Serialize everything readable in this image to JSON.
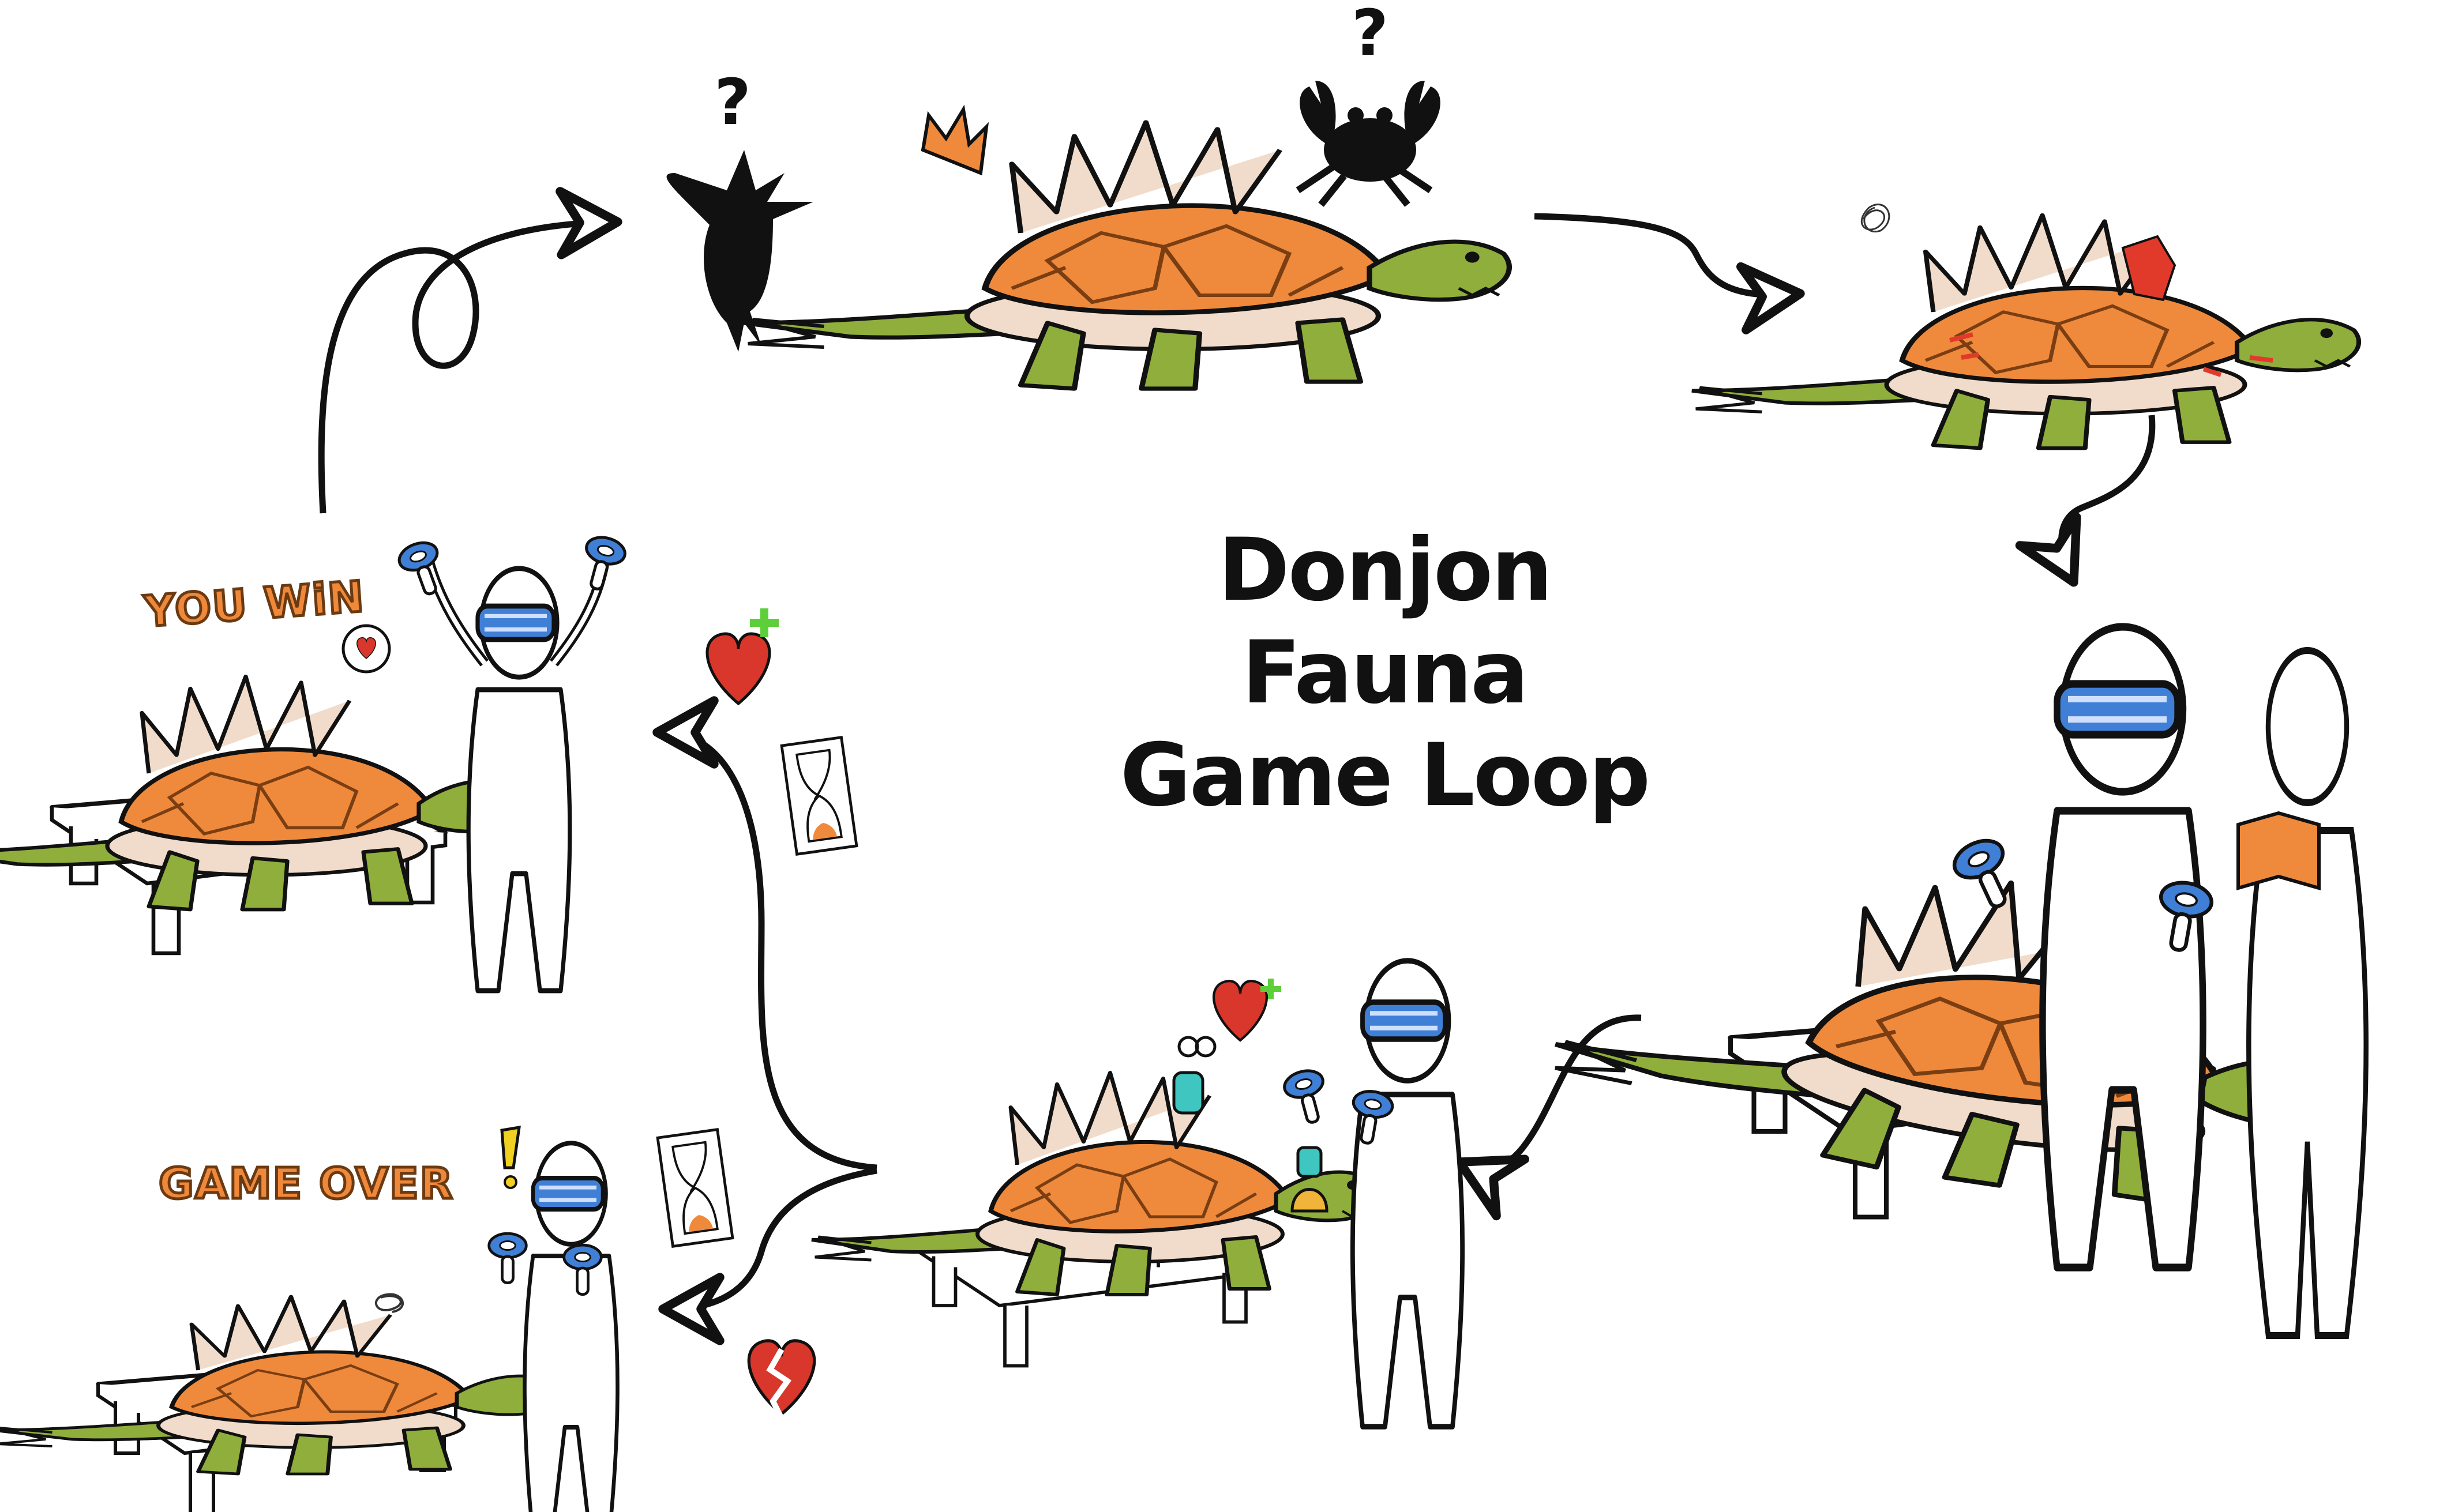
{
  "diagram": {
    "title_line1": "Donjon Fauna",
    "title_line2": "Game Loop",
    "win_label": "YOU WiN",
    "gameover_label": "GAME OVER"
  },
  "colors": {
    "shell": "#ef8a3d",
    "skin": "#8fae3c",
    "spikes": "#f1dccb",
    "headset": "#3f7fd6",
    "heart": "#d9372b",
    "plus": "#5ccf3a",
    "ink": "#111111",
    "wound": "#e23a2a"
  },
  "icons": [
    "question-icon",
    "heart-plus-icon",
    "broken-heart-icon",
    "hourglass-icon",
    "exclamation-icon",
    "scribble-icon"
  ]
}
